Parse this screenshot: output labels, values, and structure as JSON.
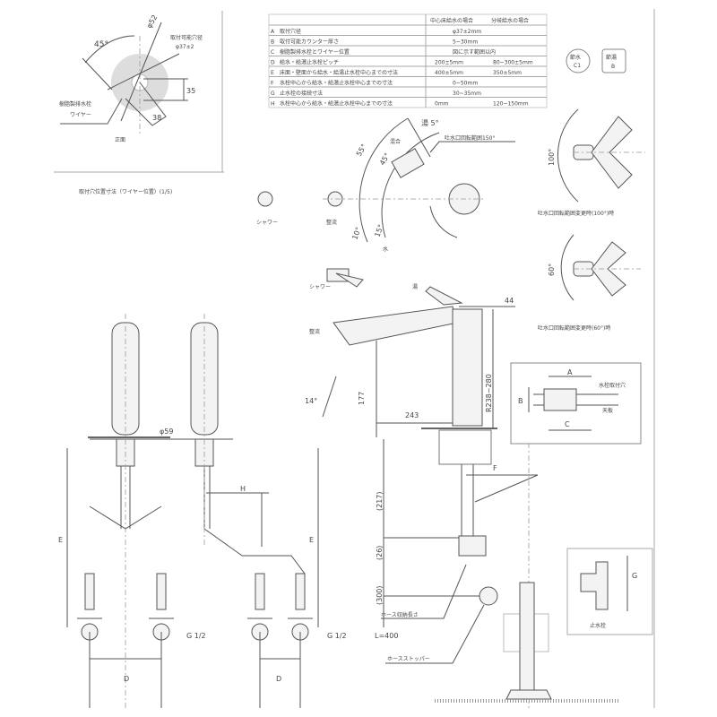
{
  "mounting_hole": {
    "angle": "45°",
    "dia_outer": "φ52",
    "hole_label": "取付可能穴径",
    "hole_dia": "φ37±2",
    "dim_35": "35",
    "dim_38": "38",
    "front": "正面",
    "wire_label_1": "樹脂製排水栓",
    "wire_label_2": "ワイヤー",
    "caption": "取付穴位置寸法（ワイヤー位置）(1/5)"
  },
  "spec_table": {
    "headers": [
      "",
      "中心床給水の場合",
      "分岐給水の場合"
    ],
    "rows": [
      {
        "key": "A",
        "label": "取付穴径",
        "values": [
          "φ37±2mm"
        ]
      },
      {
        "key": "B",
        "label": "取付可能カウンター厚さ",
        "values": [
          "5~30mm"
        ]
      },
      {
        "key": "C",
        "label": "樹脂製排水栓とワイヤー位置",
        "values": [
          "図に示す範囲以内"
        ]
      },
      {
        "key": "D",
        "label": "給水・給湯止水栓ピッチ",
        "values": [
          "200±5mm",
          "80~300±5mm"
        ]
      },
      {
        "key": "E",
        "label": "床面・壁面から給水・給湯止水栓中心までの寸法",
        "values": [
          "400±5mm",
          "350±5mm"
        ]
      },
      {
        "key": "F",
        "label": "水栓中心から給水・給湯止水栓中心までの寸法",
        "values": [
          "0~50mm"
        ]
      },
      {
        "key": "G",
        "label": "止水栓の接続寸法",
        "values": [
          "30~35mm"
        ]
      },
      {
        "key": "H",
        "label": "水栓中心から給水・給湯止水栓中心までの寸法",
        "values": [
          "0mm",
          "120~150mm"
        ]
      }
    ]
  },
  "badges": {
    "water_saving": "節水",
    "water_saving_grade": "C1",
    "hot_saving": "節湯",
    "hot_saving_grade": "B"
  },
  "spray_modes": {
    "shower": "シャワー",
    "straight": "整流"
  },
  "lever": {
    "rotation_label": "吐水口回転範囲150°",
    "hot": "湯 5°",
    "mix": "混合",
    "a55": "55°",
    "a45": "45°",
    "a10": "10°",
    "a15": "15°",
    "cold": "水"
  },
  "rotation_views": [
    {
      "angle": "100°",
      "caption": "吐水口回転範囲変更時(100°)時"
    },
    {
      "angle": "60°",
      "caption": "吐水口回転範囲変更時(60°)時"
    }
  ],
  "elevation": {
    "dia59": "φ59",
    "dim_h": "H",
    "dim_e_left": "E",
    "dim_e_right": "E",
    "dim_d_left": "D",
    "dim_d_right": "D",
    "g_left": "G 1/2",
    "g_right": "G 1/2"
  },
  "side_view": {
    "shower": "シャワー",
    "straight": "整流",
    "hot": "湯",
    "dim44": "44",
    "dim243": "243",
    "dim177": "177",
    "radius": "R238~280",
    "angle14": "14°",
    "dim217": "(217)",
    "dim26": "(26)",
    "dim300": "(300)",
    "dim_f": "F",
    "hose_label": "ホース収納長さ",
    "hose_length": "L=400",
    "hose_stopper": "ホースストッパー"
  },
  "detail": {
    "a": "A",
    "b": "B",
    "c": "C",
    "hole": "水栓取付穴",
    "counter": "天板"
  },
  "valve_detail": {
    "g": "G",
    "label": "止水栓"
  }
}
